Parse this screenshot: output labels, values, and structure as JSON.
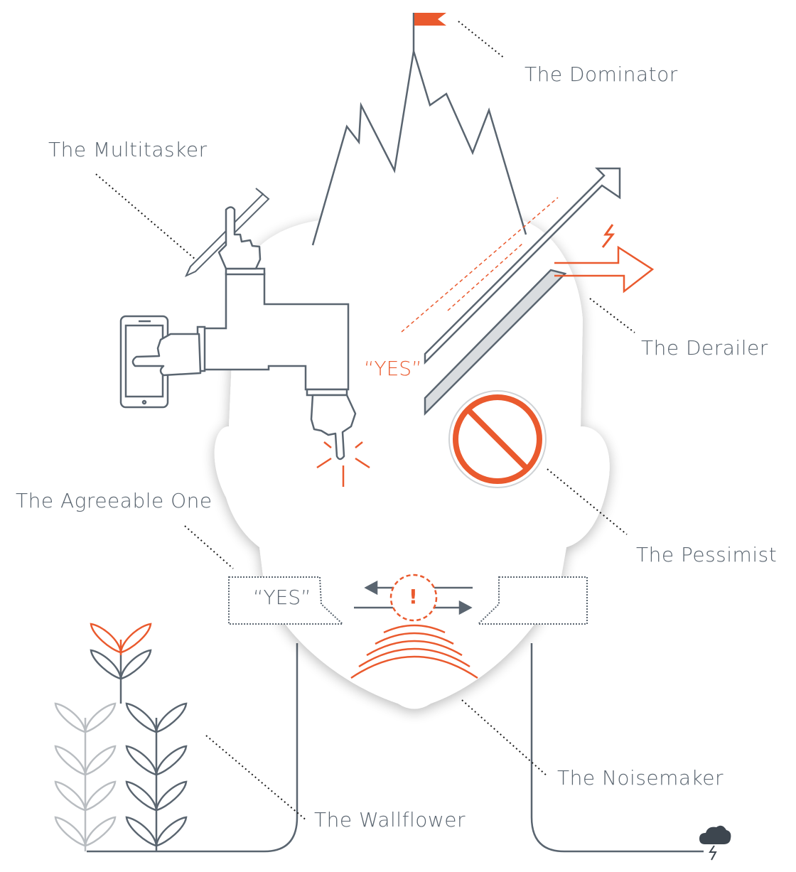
{
  "labels": {
    "dominator": "The Dominator",
    "multitasker": "The Multitasker",
    "derailer": "The Derailer",
    "agreeable": "The Agreeable One",
    "pessimist": "The Pessimist",
    "noisemaker": "The Noisemaker",
    "wallflower": "The Wallflower"
  },
  "quotes": {
    "derailer_yes": "“YES”",
    "agreeable_yes": "“YES”",
    "exclamation": "!"
  },
  "colors": {
    "ink": "#5a6570",
    "accent": "#ea5a2e",
    "light": "#b9bdc1"
  },
  "icons": [
    "flag-icon",
    "pencil-icon",
    "smartphone-icon",
    "pointing-hand-icon",
    "arrow-icon",
    "no-sign-icon",
    "speech-bubble-icon",
    "sound-waves-icon",
    "sprout-icon",
    "storm-cloud-icon"
  ]
}
